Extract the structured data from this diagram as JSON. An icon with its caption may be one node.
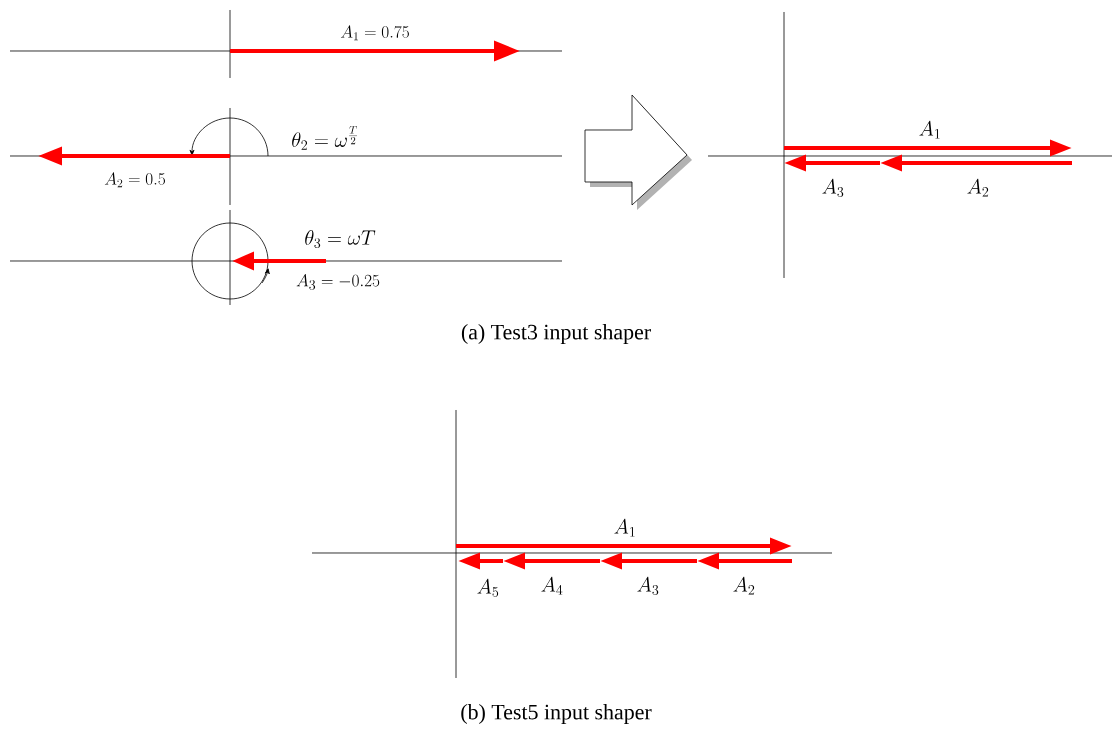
{
  "diagram": {
    "labels": [
      "A_1 = 0.75",
      "\\theta_2 = \\omega^{\\frac{T}{2}}",
      "A_2 = 0.5",
      "\\theta_3 = \\omega T",
      "A_3 = -0.25",
      "A_1",
      "A_3",
      "A_2",
      "(a) Test3 input shaper",
      "A_1",
      "A_5",
      "A_4",
      "A_3",
      "A_2",
      "(b) Test5 input shaper"
    ]
  }
}
